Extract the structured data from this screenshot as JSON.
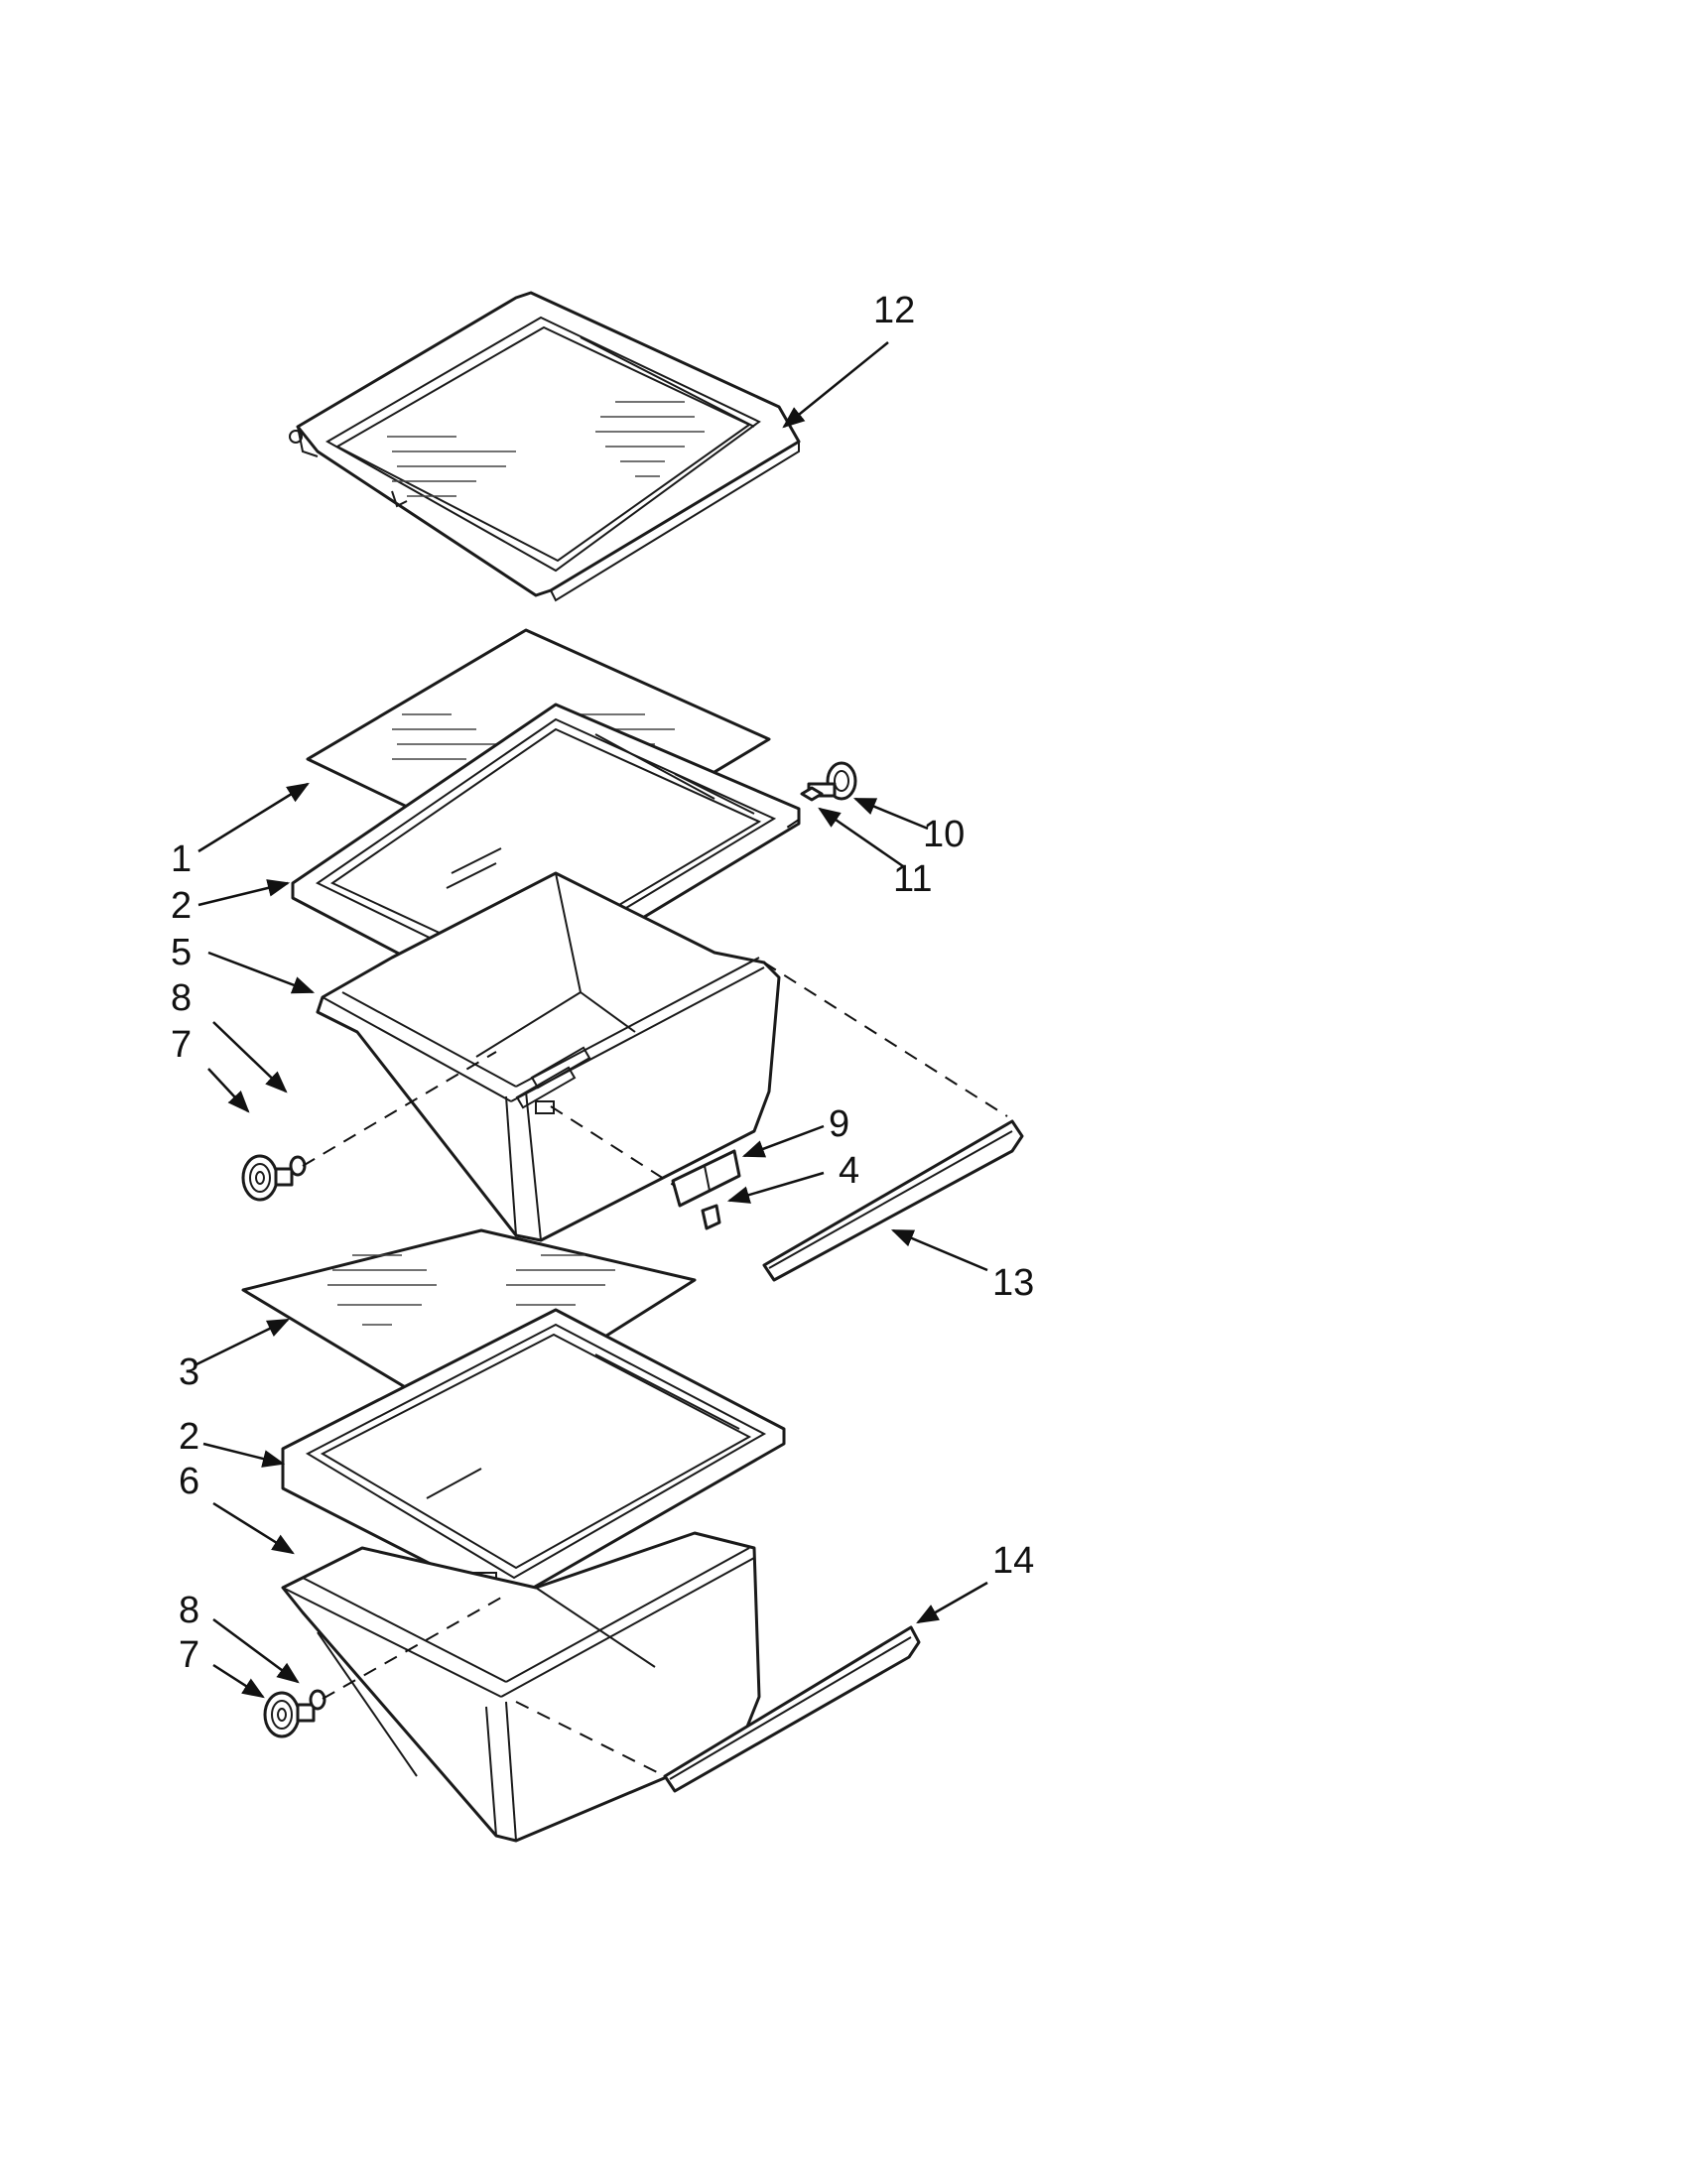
{
  "diagram": {
    "callouts": [
      {
        "id": "c12",
        "label": "12"
      },
      {
        "id": "c1",
        "label": "1"
      },
      {
        "id": "c2a",
        "label": "2"
      },
      {
        "id": "c5",
        "label": "5"
      },
      {
        "id": "c8a",
        "label": "8"
      },
      {
        "id": "c7a",
        "label": "7"
      },
      {
        "id": "c10",
        "label": "10"
      },
      {
        "id": "c11",
        "label": "11"
      },
      {
        "id": "c9",
        "label": "9"
      },
      {
        "id": "c4",
        "label": "4"
      },
      {
        "id": "c13",
        "label": "13"
      },
      {
        "id": "c3",
        "label": "3"
      },
      {
        "id": "c2b",
        "label": "2"
      },
      {
        "id": "c6",
        "label": "6"
      },
      {
        "id": "c14",
        "label": "14"
      },
      {
        "id": "c8b",
        "label": "8"
      },
      {
        "id": "c7b",
        "label": "7"
      }
    ]
  }
}
